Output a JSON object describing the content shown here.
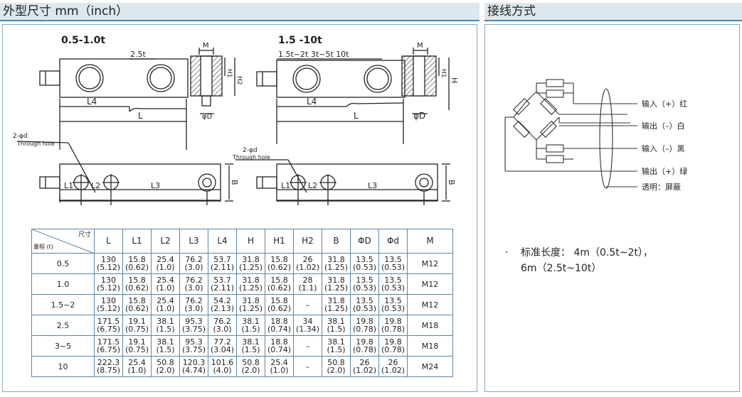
{
  "left_section": {
    "title": "外型尺寸 mm（inch）",
    "drawing_small": {
      "title": "0.5-1.0t",
      "note": "2.5t",
      "dims": {
        "L": "L",
        "L4": "L4",
        "M": "M",
        "H1": "H1",
        "H2": "H2",
        "phiD": "φD",
        "B": "B",
        "L1": "L1",
        "L2": "L2",
        "L3": "L3"
      },
      "hole_label": "2-φd",
      "hole_sub": "Through hole"
    },
    "drawing_large": {
      "title": "1.5 -10t",
      "note": "1.5t~2t    3t~5t   10t",
      "dims": {
        "L": "L",
        "L4": "L4",
        "M": "M",
        "H1": "H1",
        "H": "H",
        "phiD": "φD",
        "B": "B",
        "L1": "L1",
        "L2": "L2",
        "L3": "L3"
      },
      "hole_label": "2-φd",
      "hole_sub": "Through hole"
    },
    "table": {
      "corner_top": "尺寸",
      "corner_bottom": "量程 (t)",
      "columns": [
        "L",
        "L1",
        "L2",
        "L3",
        "L4",
        "H",
        "H1",
        "H2",
        "B",
        "ΦD",
        "Φd",
        "M"
      ],
      "rows": [
        {
          "range": "0.5",
          "cells": [
            [
              "130",
              "(5.12)"
            ],
            [
              "15.8",
              "(0.62)"
            ],
            [
              "25.4",
              "(1.0)"
            ],
            [
              "76.2",
              "(3.0)"
            ],
            [
              "53.7",
              "(2.11)"
            ],
            [
              "31.8",
              "(1.25)"
            ],
            [
              "15.8",
              "(0.62)"
            ],
            [
              "26",
              "(1.02)"
            ],
            [
              "31.8",
              "(1.25)"
            ],
            [
              "13.5",
              "(0.53)"
            ],
            [
              "13.5",
              "(0.53)"
            ],
            [
              "M12",
              ""
            ]
          ]
        },
        {
          "range": "1.0",
          "cells": [
            [
              "130",
              "(5.12)"
            ],
            [
              "15.8",
              "(0.62)"
            ],
            [
              "25.4",
              "(1.0)"
            ],
            [
              "76.2",
              "(3.0)"
            ],
            [
              "53.7",
              "(2.11)"
            ],
            [
              "31.8",
              "(1.25)"
            ],
            [
              "15.8",
              "(0.62)"
            ],
            [
              "28",
              "(1.1)"
            ],
            [
              "31.8",
              "(1.25)"
            ],
            [
              "13.5",
              "(0.53)"
            ],
            [
              "13.5",
              "(0.53)"
            ],
            [
              "M12",
              ""
            ]
          ]
        },
        {
          "range": "1.5~2",
          "cells": [
            [
              "130",
              "(5.12)"
            ],
            [
              "15.8",
              "(0.62)"
            ],
            [
              "25.4",
              "(1.0)"
            ],
            [
              "76.2",
              "(3.0)"
            ],
            [
              "54.2",
              "(2.13)"
            ],
            [
              "31.8",
              "(1.25)"
            ],
            [
              "15.8",
              "(0.62)"
            ],
            [
              "–",
              ""
            ],
            [
              "31.8",
              "(1.25)"
            ],
            [
              "13.5",
              "(0.53)"
            ],
            [
              "13.5",
              "(0.53)"
            ],
            [
              "M12",
              ""
            ]
          ]
        },
        {
          "range": "2.5",
          "cells": [
            [
              "171.5",
              "(6.75)"
            ],
            [
              "19.1",
              "(0.75)"
            ],
            [
              "38.1",
              "(1.5)"
            ],
            [
              "95.3",
              "(3.75)"
            ],
            [
              "76.2",
              "(3.0)"
            ],
            [
              "38.1",
              "(1.5)"
            ],
            [
              "18.8",
              "(0.74)"
            ],
            [
              "34",
              "(1.34)"
            ],
            [
              "38.1",
              "(1.5)"
            ],
            [
              "19.8",
              "(0.78)"
            ],
            [
              "19.8",
              "(0.78)"
            ],
            [
              "M18",
              ""
            ]
          ]
        },
        {
          "range": "3~5",
          "cells": [
            [
              "171.5",
              "(6.75)"
            ],
            [
              "19.1",
              "(0.75)"
            ],
            [
              "38.1",
              "(1.5)"
            ],
            [
              "95.3",
              "(3.75)"
            ],
            [
              "77.2",
              "(3.04)"
            ],
            [
              "38.1",
              "(1.5)"
            ],
            [
              "18.8",
              "(0.74)"
            ],
            [
              "–",
              ""
            ],
            [
              "38.1",
              "(1.5)"
            ],
            [
              "19.8",
              "(0.78)"
            ],
            [
              "19.8",
              "(0.78)"
            ],
            [
              "M18",
              ""
            ]
          ]
        },
        {
          "range": "10",
          "cells": [
            [
              "222.3",
              "(8.75)"
            ],
            [
              "25.4",
              "(1.0)"
            ],
            [
              "50.8",
              "(2.0)"
            ],
            [
              "120.3",
              "(4.74)"
            ],
            [
              "101.6",
              "(4.0)"
            ],
            [
              "50.8",
              "(2.0)"
            ],
            [
              "25.4",
              "(1.0)"
            ],
            [
              "–",
              ""
            ],
            [
              "50.8",
              "(2.0)"
            ],
            [
              "26",
              "(1.02)"
            ],
            [
              "26",
              "(1.02)"
            ],
            [
              "M24",
              ""
            ]
          ]
        }
      ]
    }
  },
  "right_section": {
    "title": "接线方式",
    "wires": [
      {
        "label": "输入（+）红"
      },
      {
        "label": "输出（–）白"
      },
      {
        "label": "输入（–）黑"
      },
      {
        "label": "输出（+）绿"
      },
      {
        "label": "透明：屏蔽"
      }
    ],
    "note_bullet": "·",
    "note_line1": "标准长度： 4m（0.5t~2t），",
    "note_line2": "6m（2.5t~10t）"
  }
}
